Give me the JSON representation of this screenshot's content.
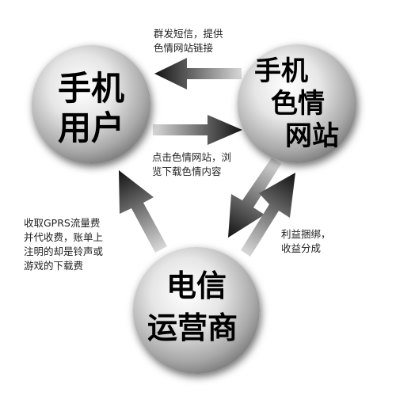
{
  "nodes": {
    "user": {
      "lines": [
        "手机",
        "用户"
      ]
    },
    "site": {
      "lines": [
        "手机",
        "色情",
        "网站"
      ]
    },
    "operator": {
      "lines": [
        "电信",
        "运营商"
      ]
    }
  },
  "edges": {
    "site_to_user": {
      "lines": [
        "群发短信，提供",
        "色情网站链接"
      ]
    },
    "user_to_site": {
      "lines": [
        "点击色情网站，浏",
        "览下载色情内容"
      ]
    },
    "site_operator": {
      "lines": [
        "利益捆绑，",
        "收益分成"
      ]
    },
    "operator_to_user": {
      "lines": [
        "收取GPRS流量费",
        "并代收费，账单上",
        "注明的却是铃声或",
        "游戏的下载费"
      ]
    }
  }
}
